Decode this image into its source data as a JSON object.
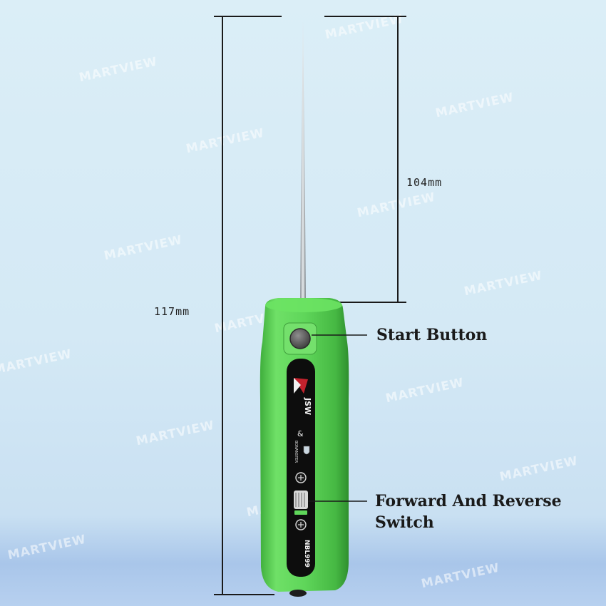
{
  "image": {
    "description_hidden": false,
    "watermark_text": "MARTVIEW"
  },
  "dimensions": {
    "total_length": "117mm",
    "bit_length": "104mm"
  },
  "callouts": {
    "start_button": "Start Button",
    "switch_line1": "Forward And Reverse",
    "switch_line2": "Switch"
  },
  "device": {
    "brand": "JSW",
    "model": "NBL999",
    "maker": "BONANSTER",
    "body_color": "#5fd65a",
    "panel_color": "#0d0d0d",
    "bit_color": "#b9bfc3"
  }
}
